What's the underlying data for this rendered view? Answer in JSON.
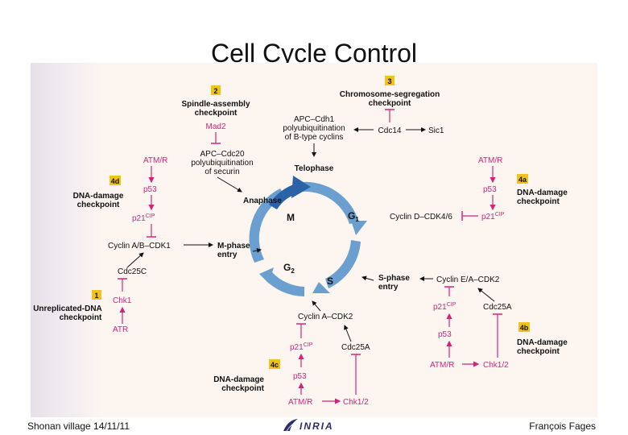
{
  "slide": {
    "title": "Cell Cycle Control",
    "footer_left": "Shonan village 14/11/11",
    "footer_right": "François Fages",
    "logo_text": "INRIA"
  },
  "colors": {
    "magenta": "#d6237a",
    "cycle": "#6a9fd0",
    "cycle_dark": "#2a63a8",
    "badge": "#f1c21a",
    "ink": "#111111"
  },
  "phases": {
    "m": "M",
    "g1": "G",
    "g1_sub": "1",
    "g2": "G",
    "g2_sub": "2",
    "s": "S"
  },
  "labels": {
    "telophase": "Telophase",
    "anaphase": "Anaphase",
    "m_phase_1": "M-phase",
    "m_phase_2": "entry",
    "s_phase_1": "S-phase",
    "s_phase_2": "entry",
    "cyclin_ab": "Cyclin A/B–CDK1",
    "cyclin_a": "Cyclin A–CDK2",
    "cyclin_d": "Cyclin D–CDK4/6",
    "cyclin_ea": "Cyclin E/A–CDK2",
    "apc_cdh1_1": "APC–Cdh1",
    "apc_cdh1_2": "polyubiquitination",
    "apc_cdh1_3": "of B-type cyclins",
    "apc_cdc20_1": "APC–Cdc20",
    "apc_cdc20_2": "polyubiquitination",
    "apc_cdc20_3": "of securin",
    "cdc14": "Cdc14",
    "sic1": "Sic1",
    "mad2": "Mad2",
    "cdc25c": "Cdc25C",
    "cdc25a_bottom": "Cdc25A",
    "cdc25a_right": "Cdc25A",
    "p53_4d": "p53",
    "p21_4d": "p21",
    "atm_4d": "ATM/R",
    "p53_4a": "p53",
    "p21_4a": "p21",
    "atm_4a": "ATM/R",
    "p53_4c": "p53",
    "p21_4c": "p21",
    "atm_4c": "ATM/R",
    "chk12_4c": "Chk1/2",
    "p53_4b": "p53",
    "p21_4b": "p21",
    "atm_4b": "ATM/R",
    "chk12_4b": "Chk1/2",
    "chk1": "Chk1",
    "atr": "ATR",
    "cip": "CIP"
  },
  "checkpoints": {
    "c1": {
      "badge": "1",
      "line1": "Unreplicated-DNA",
      "line2": "checkpoint"
    },
    "c2": {
      "badge": "2",
      "line1": "Spindle-assembly",
      "line2": "checkpoint"
    },
    "c3": {
      "badge": "3",
      "line1": "Chromosome-segregation",
      "line2": "checkpoint"
    },
    "c4a": {
      "badge": "4a",
      "line1": "DNA-damage",
      "line2": "checkpoint"
    },
    "c4b": {
      "badge": "4b",
      "line1": "DNA-damage",
      "line2": "checkpoint"
    },
    "c4c": {
      "badge": "4c",
      "line1": "DNA-damage",
      "line2": "checkpoint"
    },
    "c4d": {
      "badge": "4d",
      "line1": "DNA-damage",
      "line2": "checkpoint"
    }
  }
}
